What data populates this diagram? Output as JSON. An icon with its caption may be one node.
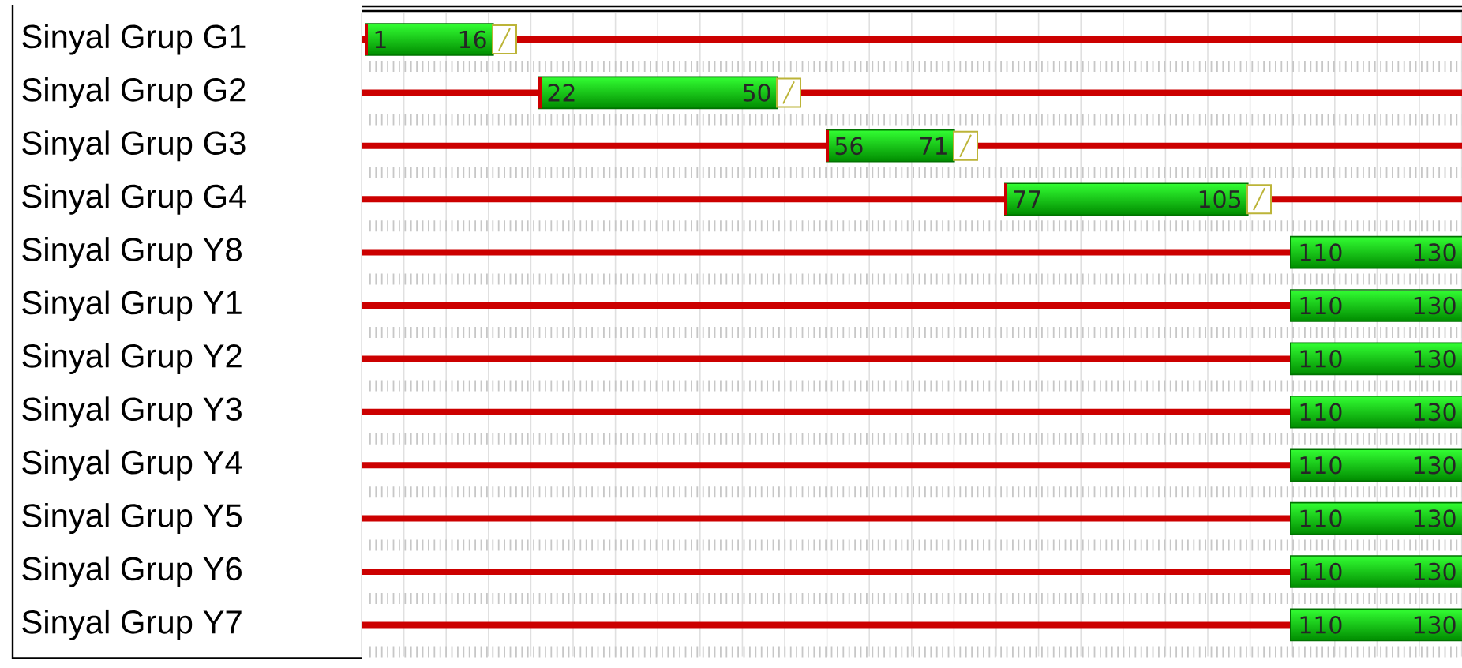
{
  "diagram": {
    "nodes": [
      {
        "text": [
          "1",
          "16"
        ]
      },
      {
        "text": [
          "22",
          "50"
        ]
      },
      {
        "text": [
          "56",
          "71"
        ]
      },
      {
        "text": [
          "77",
          "105"
        ]
      },
      {
        "text": [
          "110",
          "130"
        ]
      },
      {
        "text": [
          "110",
          "130"
        ]
      },
      {
        "text": [
          "110",
          "130"
        ]
      },
      {
        "text": [
          "110",
          "130"
        ]
      },
      {
        "text": [
          "110",
          "130"
        ]
      },
      {
        "text": [
          "110",
          "130"
        ]
      },
      {
        "text": [
          "110",
          "130"
        ]
      },
      {
        "text": [
          "110",
          "130"
        ]
      }
    ],
    "labels": [
      "Sinyal Grup G1",
      "Sinyal Grup G2",
      "Sinyal Grup G3",
      "Sinyal Grup G4",
      "Sinyal Grup Y8",
      "Sinyal Grup Y1",
      "Sinyal Grup Y2",
      "Sinyal Grup Y3",
      "Sinyal Grup Y4",
      "Sinyal Grup Y5",
      "Sinyal Grup Y6",
      "Sinyal Grup Y7"
    ]
  }
}
